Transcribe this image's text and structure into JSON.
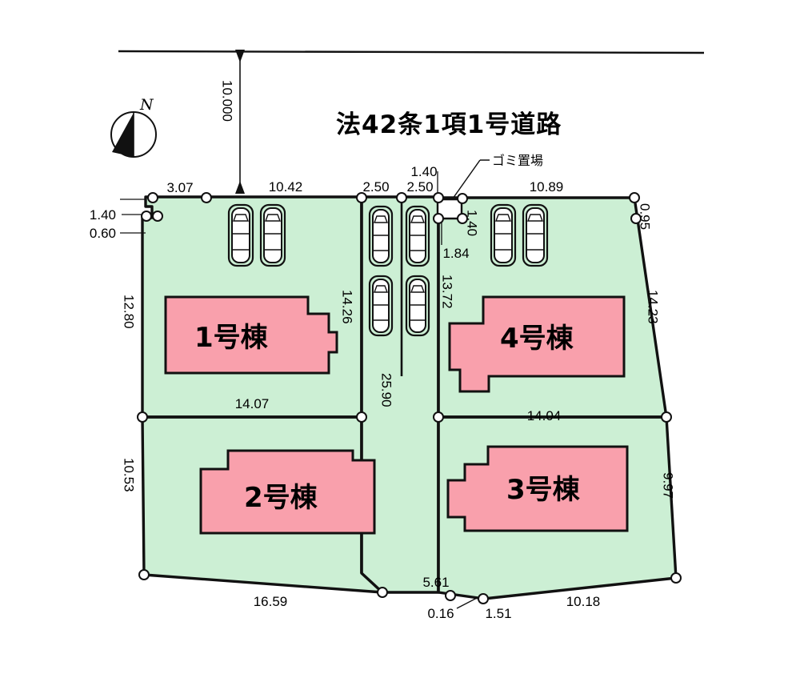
{
  "document": {
    "kind": "site-plan",
    "title": "法42条1項1号道路",
    "north_label": "N"
  },
  "colors": {
    "lot_fill": "#CCEFD4",
    "building_fill": "#F9A0AC",
    "line": "#111111",
    "vertex_fill": "#FFFFFF",
    "background": "#FFFFFF"
  },
  "annotations": {
    "road_offset": "10.000",
    "gomi_label": "ゴミ置場",
    "gomi_width": "1.40"
  },
  "buildings": [
    {
      "id": "building-1",
      "label": "1号棟"
    },
    {
      "id": "building-2",
      "label": "2号棟"
    },
    {
      "id": "building-3",
      "label": "3号棟"
    },
    {
      "id": "building-4",
      "label": "4号棟"
    }
  ],
  "dimensions": {
    "top": [
      {
        "name": "top-3-07",
        "value": "3.07"
      },
      {
        "name": "top-10-42",
        "value": "10.42"
      },
      {
        "name": "top-2-50-a",
        "value": "2.50"
      },
      {
        "name": "top-2-50-b",
        "value": "2.50"
      },
      {
        "name": "top-1-40",
        "value": "1.40"
      },
      {
        "name": "top-10-89",
        "value": "10.89"
      }
    ],
    "left": [
      {
        "name": "left-1-40",
        "value": "1.40"
      },
      {
        "name": "left-0-60",
        "value": "0.60"
      },
      {
        "name": "left-12-80",
        "value": "12.80"
      },
      {
        "name": "left-10-53",
        "value": "10.53"
      }
    ],
    "right": [
      {
        "name": "right-0-95",
        "value": "0.95"
      },
      {
        "name": "right-14-23",
        "value": "14.23"
      },
      {
        "name": "right-9-97",
        "value": "9.97"
      }
    ],
    "bottom": [
      {
        "name": "bottom-16-59",
        "value": "16.59"
      },
      {
        "name": "bottom-5-61",
        "value": "5.61"
      },
      {
        "name": "bottom-0-16",
        "value": "0.16"
      },
      {
        "name": "bottom-1-51",
        "value": "1.51"
      },
      {
        "name": "bottom-10-18",
        "value": "10.18"
      }
    ],
    "interior": [
      {
        "name": "interior-14-26",
        "value": "14.26"
      },
      {
        "name": "interior-25-90",
        "value": "25.90"
      },
      {
        "name": "interior-13-72",
        "value": "13.72"
      },
      {
        "name": "interior-1-84",
        "value": "1.84"
      },
      {
        "name": "interior-1-40-right",
        "value": "1.40"
      },
      {
        "name": "interior-14-07",
        "value": "14.07"
      },
      {
        "name": "interior-14-04",
        "value": "14.04"
      }
    ]
  },
  "chart_data": {
    "type": "diagram",
    "title": "法42条1項1号道路",
    "subtitle": "区画図 / site subdivision plan",
    "lots": [
      {
        "name": "1号棟",
        "position": "upper-left",
        "frontage": "14.07",
        "depth": "12.80",
        "parking_stalls": 2
      },
      {
        "name": "2号棟",
        "position": "lower-left",
        "frontage": "16.59",
        "depth": "10.53",
        "parking_stalls": 0
      },
      {
        "name": "3号棟",
        "position": "lower-right",
        "frontage": "10.18",
        "depth": "9.97",
        "parking_stalls": 0
      },
      {
        "name": "4号棟",
        "position": "upper-right",
        "frontage": "14.04",
        "depth": "14.23",
        "parking_stalls": 2
      }
    ],
    "private_road": {
      "width_a": "2.50",
      "width_b": "2.50",
      "length": "25.90",
      "parking_stalls": 4
    },
    "road_setback": "10.000",
    "facilities": [
      "ゴミ置場"
    ]
  }
}
